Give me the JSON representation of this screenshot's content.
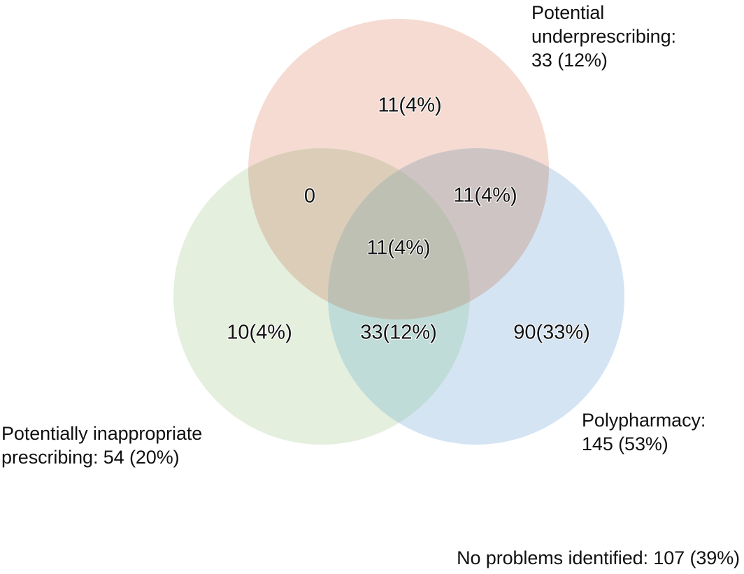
{
  "figure": {
    "type": "venn3",
    "background": "#ffffff"
  },
  "sets": {
    "underprescribing": {
      "name": "Potential underprescribing",
      "label": "Potential\nunderprescribing:\n33 (12%)",
      "total_count": 33,
      "total_percent": "12%",
      "color": "#f5dbd2"
    },
    "inappropriate": {
      "name": "Potentially inappropriate prescribing",
      "label": "Potentially inappropriate\nprescribing: 54 (20%)",
      "total_count": 54,
      "total_percent": "20%",
      "color": "#e4efdd"
    },
    "polypharmacy": {
      "name": "Polypharmacy",
      "label": "Polypharmacy:\n145 (53%)",
      "total_count": 145,
      "total_percent": "53%",
      "color": "#d5e4f3"
    }
  },
  "regions": {
    "underprescribing_only": "11(4%)",
    "inappropriate_only": "10(4%)",
    "polypharmacy_only": "90(33%)",
    "under_and_inappropriate": "0",
    "under_and_polypharmacy": "11(4%)",
    "inappropriate_and_polypharmacy": "33(12%)",
    "all_three": "11(4%)"
  },
  "footnote": {
    "label": "No problems identified: 107 (39%)",
    "count": 107,
    "percent": "39%"
  },
  "colors": {
    "pink": "#f5dbd2",
    "green": "#e4efdd",
    "blue": "#d5e4f3",
    "pink_green": "#dbcdb7",
    "pink_blue": "#cec4c4",
    "green_blue": "#bfdcd8",
    "all_three": "#bfc0b4",
    "text": "#111111"
  },
  "chart_data": {
    "type": "venn",
    "title": "",
    "sets": [
      {
        "key": "underprescribing",
        "label": "Potential underprescribing",
        "total": 33,
        "percent": 12,
        "color": "#f5dbd2"
      },
      {
        "key": "inappropriate",
        "label": "Potentially inappropriate prescribing",
        "total": 54,
        "percent": 20,
        "color": "#e4efdd"
      },
      {
        "key": "polypharmacy",
        "label": "Polypharmacy",
        "total": 145,
        "percent": 53,
        "color": "#d5e4f3"
      }
    ],
    "subsets": [
      {
        "sets": [
          "underprescribing"
        ],
        "value": 11,
        "percent": 4,
        "text": "11(4%)"
      },
      {
        "sets": [
          "inappropriate"
        ],
        "value": 10,
        "percent": 4,
        "text": "10(4%)"
      },
      {
        "sets": [
          "polypharmacy"
        ],
        "value": 90,
        "percent": 33,
        "text": "90(33%)"
      },
      {
        "sets": [
          "underprescribing",
          "inappropriate"
        ],
        "value": 0,
        "percent": 0,
        "text": "0"
      },
      {
        "sets": [
          "underprescribing",
          "polypharmacy"
        ],
        "value": 11,
        "percent": 4,
        "text": "11(4%)"
      },
      {
        "sets": [
          "inappropriate",
          "polypharmacy"
        ],
        "value": 33,
        "percent": 12,
        "text": "33(12%)"
      },
      {
        "sets": [
          "underprescribing",
          "inappropriate",
          "polypharmacy"
        ],
        "value": 11,
        "percent": 4,
        "text": "11(4%)"
      }
    ],
    "outside": {
      "label": "No problems identified",
      "value": 107,
      "percent": 39,
      "text": "No problems identified: 107 (39%)"
    },
    "legend": "inline-labels",
    "grid": false
  }
}
